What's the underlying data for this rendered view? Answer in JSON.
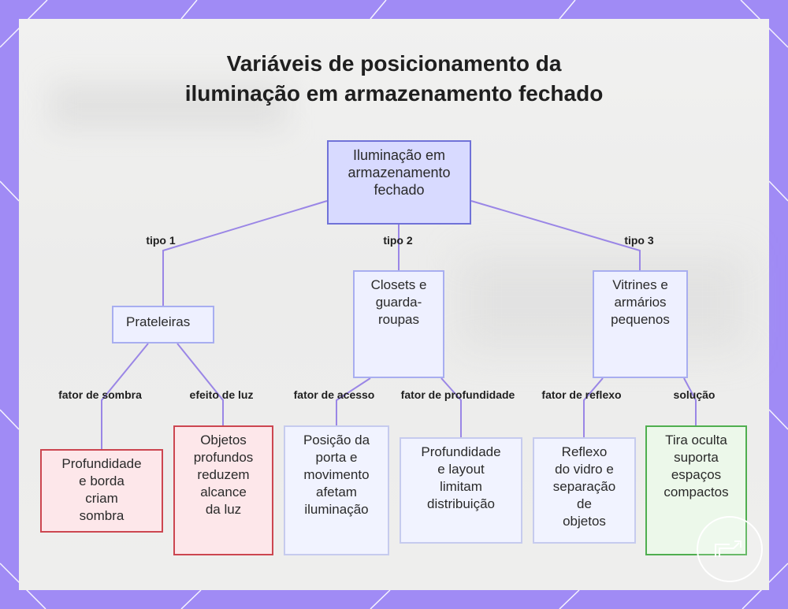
{
  "title_lines": [
    "Variáveis de posicionamento da",
    "iluminação em armazenamento fechado"
  ],
  "nodes": {
    "root": "Iluminação em\narmazenamento\nfechado",
    "shelves": "Prateleiras",
    "closets": "Closets e\nguarda-\nroupas",
    "vitrines": "Vitrines e\narmários\npequenos",
    "shadow_depth": "Profundidade\ne borda\ncriam\nsombra",
    "deep_objects": "Objetos\nprofundos\nreduzem\nalcance\nda luz",
    "door_position": "Posição da\nporta e\nmovimento\nafetam\niluminação",
    "depth_layout": "Profundidade\ne layout\nlimitam\ndistribuição",
    "glass_reflection": "Reflexo\ndo vidro e\nseparação\nde\nobjetos",
    "hidden_strip": "Tira oculta\nsuporta\nespaços\ncompactos"
  },
  "edge_labels": {
    "type1": "tipo 1",
    "type2": "tipo 2",
    "type3": "tipo 3",
    "shadow_factor": "fator de sombra",
    "light_effect": "efeito de luz",
    "access_factor": "fator de acesso",
    "depth_factor": "fator de profundidade",
    "reflection_factor": "fator de reflexo",
    "solution": "solução"
  },
  "colors": {
    "frame": "#a08bf5",
    "edge": "#9a86e6",
    "root_fill": "#d8daff",
    "root_border": "#7072d8",
    "red_border": "#cc4650",
    "green_border": "#4fae4f"
  }
}
